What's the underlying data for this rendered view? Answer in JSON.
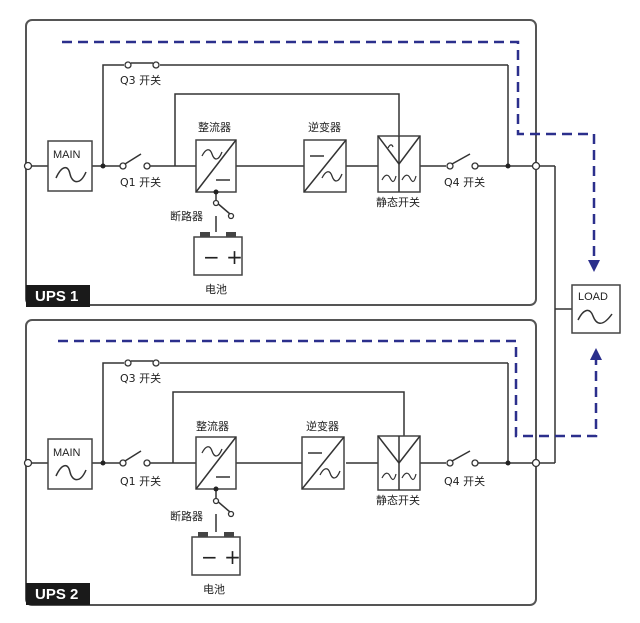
{
  "ups1": {
    "tag": "UPS 1",
    "main_label": "MAIN",
    "q3_label": "Q3 开关",
    "q1_label": "Q1 开关",
    "rectifier_label": "整流器",
    "inverter_label": "逆变器",
    "static_switch_label": "静态开关",
    "q4_label": "Q4 开关",
    "breaker_label": "断路器",
    "battery_label": "电池",
    "battery_symbol": "− +"
  },
  "ups2": {
    "tag": "UPS 2",
    "main_label": "MAIN",
    "q3_label": "Q3 开关",
    "q1_label": "Q1 开关",
    "rectifier_label": "整流器",
    "inverter_label": "逆变器",
    "static_switch_label": "静态开关",
    "q4_label": "Q4 开关",
    "breaker_label": "断路器",
    "battery_label": "电池",
    "battery_symbol": "− +"
  },
  "load_label": "LOAD",
  "colors": {
    "flow": "#2b2f8c",
    "tag_bg": "#1a1a1a",
    "wire": "#333333"
  }
}
